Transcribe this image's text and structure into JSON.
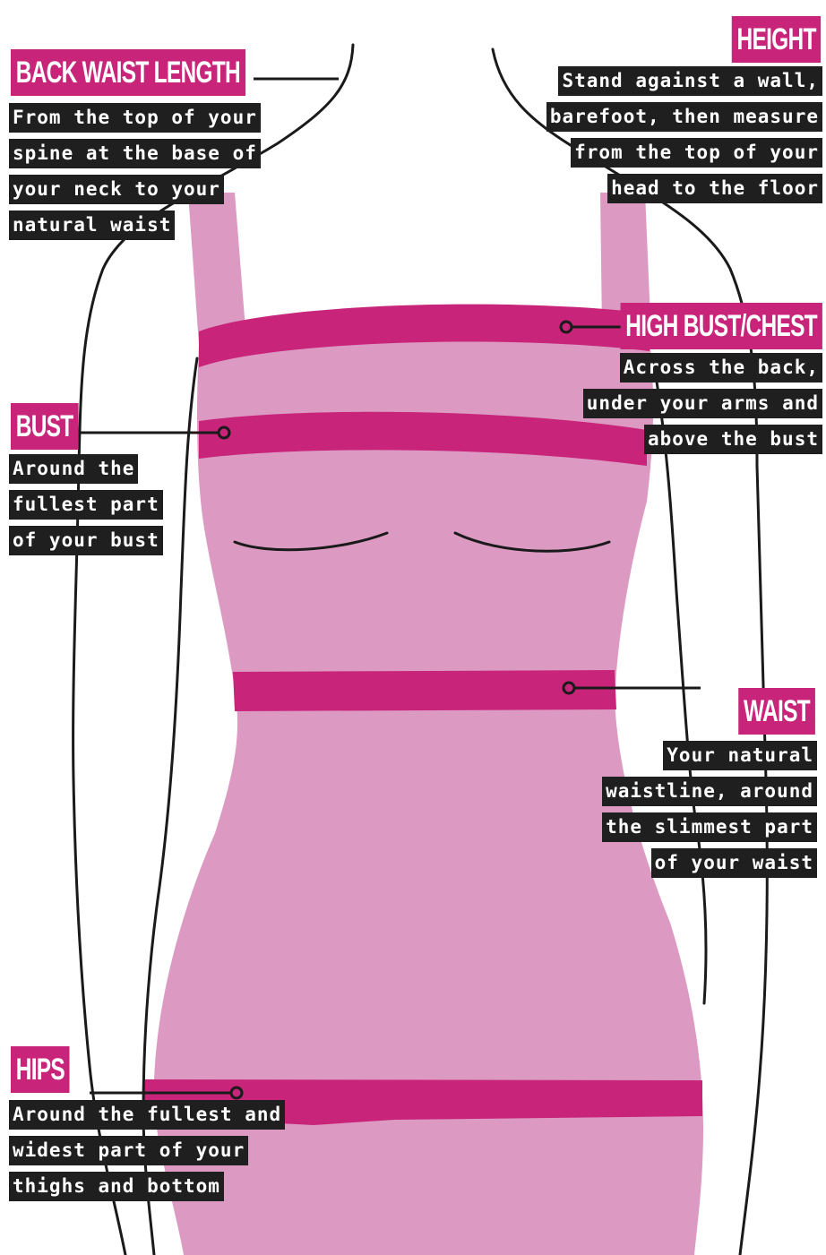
{
  "labels": {
    "back_waist": {
      "title": "BACK WAIST LENGTH",
      "lines": [
        "From the top of your",
        "spine at the base of",
        "your neck to your",
        "natural waist"
      ]
    },
    "height": {
      "title": "HEIGHT",
      "lines": [
        "Stand against a wall,",
        "barefoot, then measure",
        "from the top of your",
        "head to the floor"
      ]
    },
    "high_bust": {
      "title": "HIGH BUST/CHEST",
      "lines": [
        "Across the back,",
        "under your arms and",
        "above the bust"
      ]
    },
    "bust": {
      "title": "BUST",
      "lines": [
        "Around the",
        "fullest part",
        "of your bust"
      ]
    },
    "waist": {
      "title": "WAIST",
      "lines": [
        "Your natural",
        "waistline, around",
        "the slimmest part",
        "of your waist"
      ]
    },
    "hips": {
      "title": "HIPS",
      "lines": [
        "Around the fullest and",
        "widest part of your",
        "thighs and bottom"
      ]
    }
  },
  "colors": {
    "dress": "#dc9ac3",
    "band": "#c8257a",
    "label_bg": "#c8257a",
    "desc_bg": "#1f1f1f",
    "outline": "#1a1a1a"
  }
}
